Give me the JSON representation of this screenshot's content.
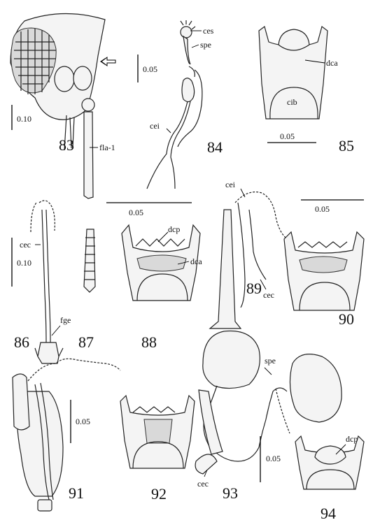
{
  "figures": [
    {
      "id": "fig-83",
      "number": "83",
      "labels": [
        "fla-1"
      ],
      "scale": "0.10"
    },
    {
      "id": "fig-84",
      "number": "84",
      "labels": [
        "ces",
        "spe",
        "cei"
      ],
      "scale": "0.05"
    },
    {
      "id": "fig-85",
      "number": "85",
      "labels": [
        "dca",
        "cib"
      ],
      "scale": "0.05"
    },
    {
      "id": "fig-86",
      "number": "86",
      "labels": [
        "cec",
        "fge"
      ],
      "scale": "0.10"
    },
    {
      "id": "fig-87",
      "number": "87",
      "labels": [],
      "scale": ""
    },
    {
      "id": "fig-88",
      "number": "88",
      "labels": [
        "dcp",
        "dca"
      ],
      "scale": "0.05"
    },
    {
      "id": "fig-89",
      "number": "89",
      "labels": [
        "cei",
        "cec"
      ],
      "scale": ""
    },
    {
      "id": "fig-90",
      "number": "90",
      "labels": [],
      "scale": "0.05"
    },
    {
      "id": "fig-91",
      "number": "91",
      "labels": [],
      "scale": "0.05"
    },
    {
      "id": "fig-92",
      "number": "92",
      "labels": [],
      "scale": ""
    },
    {
      "id": "fig-93",
      "number": "93",
      "labels": [
        "spe",
        "cec"
      ],
      "scale": "0.05"
    },
    {
      "id": "fig-94",
      "number": "94",
      "labels": [
        "dcp"
      ],
      "scale": ""
    }
  ]
}
